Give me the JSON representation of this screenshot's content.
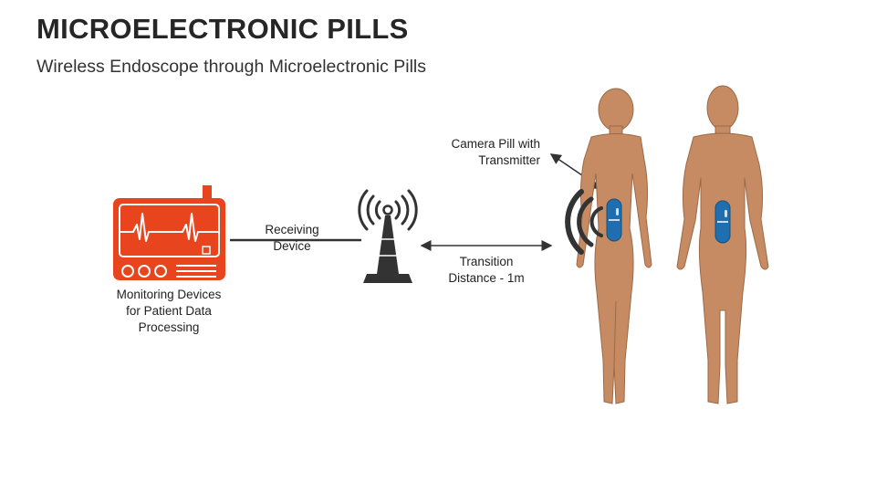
{
  "title": "MICROELECTRONIC PILLS",
  "subtitle": "Wireless Endoscope through Microelectronic Pills",
  "labels": {
    "monitor": [
      "Monitoring Devices",
      "for Patient Data",
      "Processing"
    ],
    "receiver": [
      "Receiving",
      "Device"
    ],
    "distance": [
      "Transition",
      "Distance - 1m"
    ],
    "pill": [
      "Camera Pill with",
      "Transmitter"
    ]
  },
  "colors": {
    "monitor": "#e8451e",
    "skin": "#c68b62",
    "pill": "#1f6fb0",
    "tower": "#333333",
    "line": "#333333"
  },
  "icons": [
    "monitor-icon",
    "antenna-tower-icon",
    "signal-waves-icon",
    "human-female-icon",
    "human-male-icon",
    "capsule-icon"
  ]
}
